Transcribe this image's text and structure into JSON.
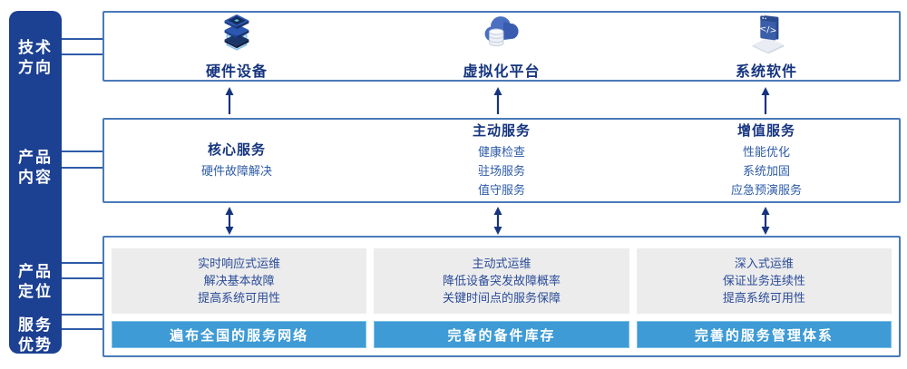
{
  "sidebar": {
    "items": [
      {
        "line1": "技术",
        "line2": "方向"
      },
      {
        "line1": "产品",
        "line2": "内容"
      },
      {
        "line1": "产品",
        "line2": "定位"
      },
      {
        "line1": "服务",
        "line2": "优势"
      }
    ]
  },
  "tech_row": {
    "items": [
      {
        "icon": "hardware-stack-icon",
        "label": "硬件设备"
      },
      {
        "icon": "cloud-database-icon",
        "label": "虚拟化平台"
      },
      {
        "icon": "software-window-icon",
        "label": "系统软件"
      }
    ]
  },
  "content_row": {
    "columns": [
      {
        "title": "核心服务",
        "items": [
          "硬件故障解决"
        ]
      },
      {
        "title": "主动服务",
        "items": [
          "健康检查",
          "驻场服务",
          "值守服务"
        ]
      },
      {
        "title": "增值服务",
        "items": [
          "性能优化",
          "系统加固",
          "应急预演服务"
        ]
      }
    ]
  },
  "positioning_row": {
    "columns": [
      {
        "lines": [
          "实时响应式运维",
          "解决基本故障",
          "提高系统可用性"
        ],
        "banner": "遍布全国的服务网络"
      },
      {
        "lines": [
          "主动式运维",
          "降低设备突发故障概率",
          "关键时间点的服务保障"
        ],
        "banner": "完备的备件库存"
      },
      {
        "lines": [
          "深入式运维",
          "保证业务连续性",
          "提高系统可用性"
        ],
        "banner": "完善的服务管理体系"
      }
    ]
  },
  "colors": {
    "sidebar_bg": "#1c4092",
    "box_border": "#4a7ab8",
    "title_text": "#16357f",
    "item_text": "#2e5ba8",
    "gray_panel": "#ececec",
    "banner_bg": "#3e9bd5",
    "arrow": "#16357f"
  }
}
